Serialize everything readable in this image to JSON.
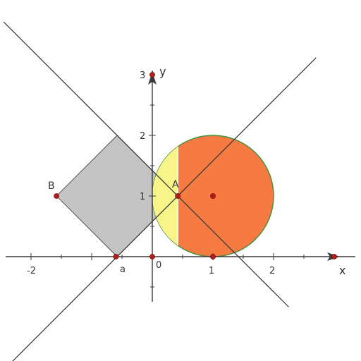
{
  "figure": {
    "axes": {
      "x_name": "x",
      "y_name": "y",
      "x_ticks": [
        {
          "value": -2,
          "label": "-2"
        },
        {
          "value": 1,
          "label": "1"
        },
        {
          "value": 2,
          "label": "2"
        }
      ],
      "y_ticks": [
        {
          "value": 1,
          "label": "1"
        },
        {
          "value": 2,
          "label": "2"
        },
        {
          "value": 3,
          "label": "3"
        }
      ],
      "origin_label": "0",
      "a_label": "a",
      "a_value": -0.6
    },
    "points": {
      "A": {
        "label": "A",
        "x": 0.42,
        "y": 1.0
      },
      "B": {
        "label": "B",
        "x": -1.58,
        "y": 1.0
      },
      "C": {
        "x": 1.0,
        "y": 1.0
      }
    },
    "shapes": {
      "square": {
        "vertices": [
          [
            -0.58,
            0
          ],
          [
            0.42,
            1.0
          ],
          [
            -0.58,
            2.0
          ],
          [
            -1.58,
            1.0
          ]
        ],
        "color": "#c4c4c4"
      },
      "circle": {
        "center": [
          1.0,
          1.0
        ],
        "radius": 1.0,
        "color": "#f57b42"
      },
      "yellow_region": {
        "color": "#f7f58a"
      }
    },
    "lines": [
      {
        "name": "line-rising",
        "slope": 1,
        "intercept": 0.58
      },
      {
        "name": "line-falling",
        "slope": -1,
        "intercept": 1.42
      }
    ],
    "colors": {
      "axis": "#3a3a3a",
      "point": "#b81d1d",
      "line": "#333333"
    }
  }
}
